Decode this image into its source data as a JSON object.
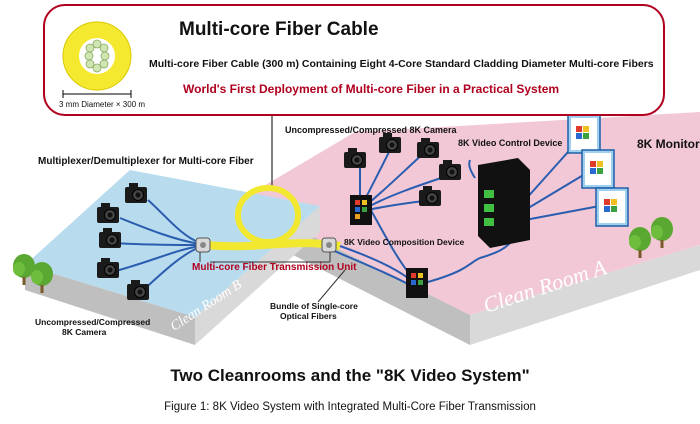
{
  "callout": {
    "title": "Multi-core Fiber Cable",
    "subtitle": "Multi-core Fiber Cable (300 m) Containing Eight 4-Core Standard Cladding Diameter Multi-core Fibers",
    "highlight": "World's First Deployment of Multi-core Fiber in a Practical System",
    "diameter_label": "3 mm Diameter × 300 m"
  },
  "labels": {
    "camera_top": "Uncompressed/Compressed 8K Camera",
    "control_device": "8K Video Control Device",
    "monitor": "8K Monitor",
    "mux": "Multiplexer/Demultiplexer for Multi-core Fiber",
    "composition": "8K Video Composition Device",
    "transmission_unit": "Multi-core Fiber Transmission Unit",
    "camera_left_line1": "Uncompressed/Compressed",
    "camera_left_line2": "8K Camera",
    "bundle_line1": "Bundle of Single-core",
    "bundle_line2": "Optical Fibers",
    "room_a": "Clean Room A",
    "room_b": "Clean Room B"
  },
  "title": "Two Cleanrooms and the \"8K Video System\"",
  "caption": "Figure 1: 8K Video System with Integrated Multi-Core Fiber Transmission",
  "colors": {
    "accent_red": "#b0001e",
    "room_a": "#f2c8d6",
    "room_b": "#b8dcee",
    "fiber_yellow": "#f2e830",
    "fiber_blue": "#2a5db0"
  }
}
